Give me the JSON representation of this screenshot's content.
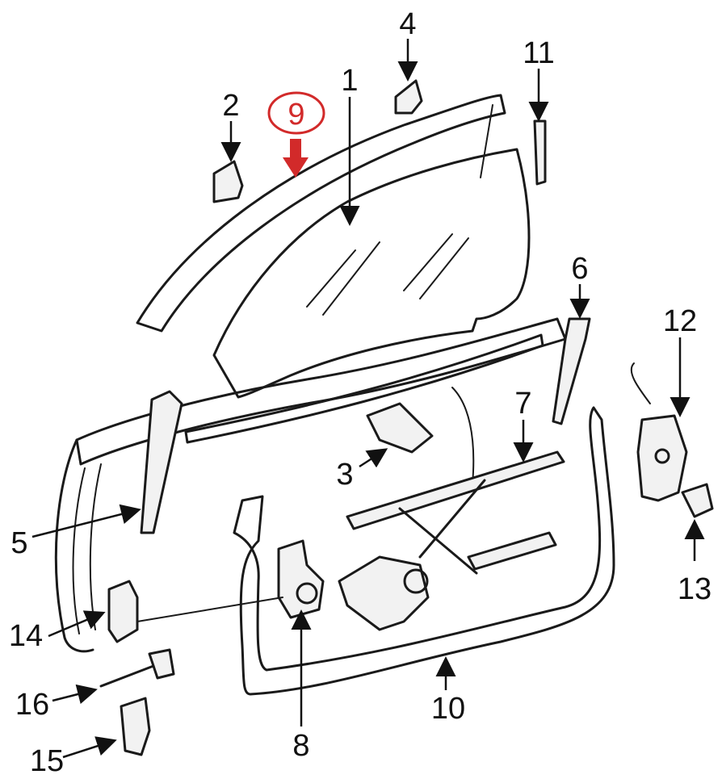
{
  "callouts": [
    {
      "id": "1",
      "label": "1"
    },
    {
      "id": "2",
      "label": "2"
    },
    {
      "id": "3",
      "label": "3"
    },
    {
      "id": "4",
      "label": "4"
    },
    {
      "id": "5",
      "label": "5"
    },
    {
      "id": "6",
      "label": "6"
    },
    {
      "id": "7",
      "label": "7"
    },
    {
      "id": "8",
      "label": "8"
    },
    {
      "id": "9",
      "label": "9"
    },
    {
      "id": "10",
      "label": "10"
    },
    {
      "id": "11",
      "label": "11"
    },
    {
      "id": "12",
      "label": "12"
    },
    {
      "id": "13",
      "label": "13"
    },
    {
      "id": "14",
      "label": "14"
    },
    {
      "id": "15",
      "label": "15"
    },
    {
      "id": "16",
      "label": "16"
    }
  ],
  "highlight": {
    "callout": "9",
    "color": "#d22a2a"
  }
}
